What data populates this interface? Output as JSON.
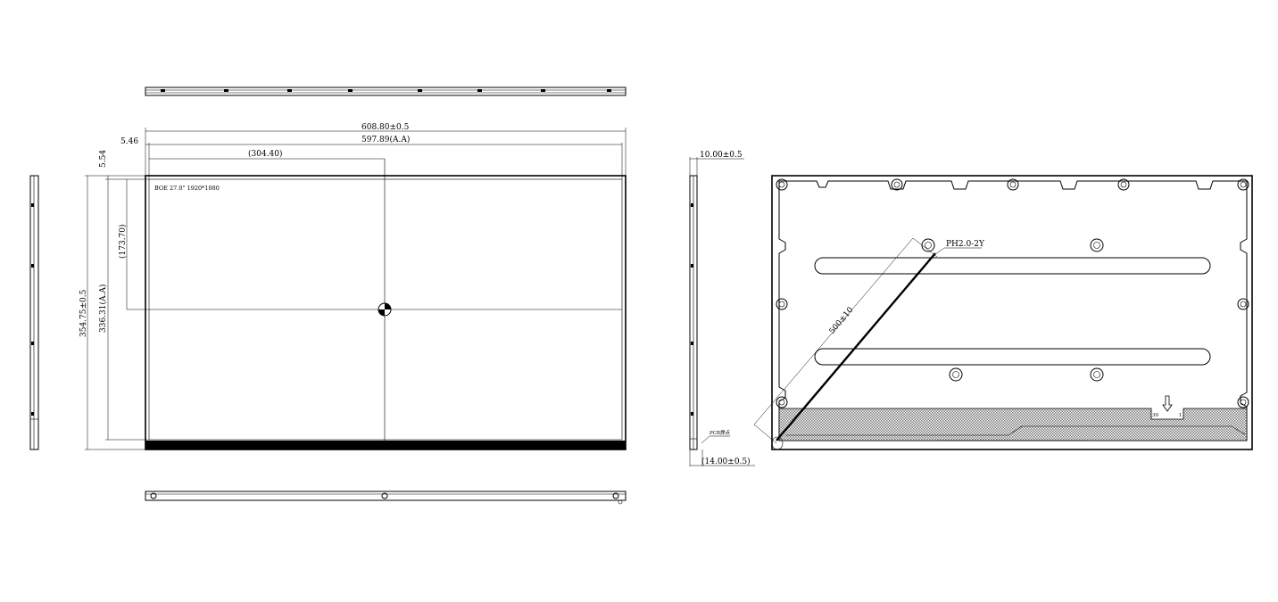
{
  "front_view": {
    "width_total": "608.80±0.5",
    "width_active": "597.89(A.A)",
    "offset_left": "5.46",
    "half_width": "(304.40)",
    "offset_top": "5.54",
    "half_height": "(173.70)",
    "height_total": "354.75±0.5",
    "height_active": "336.31(A.A)",
    "panel_label": "BOE 27.0\"  1920*1080"
  },
  "rear_view": {
    "thickness_top": "10.00±0.5",
    "thickness_bottom": "(14.00±0.5)",
    "connector": "PH2.0-2Y",
    "cable_length": "500±10",
    "pcb_label": "PCB焊点",
    "pin_first": "30",
    "pin_last": "1"
  },
  "colors": {
    "line": "#000000",
    "hatch": "#9a9a9a",
    "background": "#ffffff"
  }
}
